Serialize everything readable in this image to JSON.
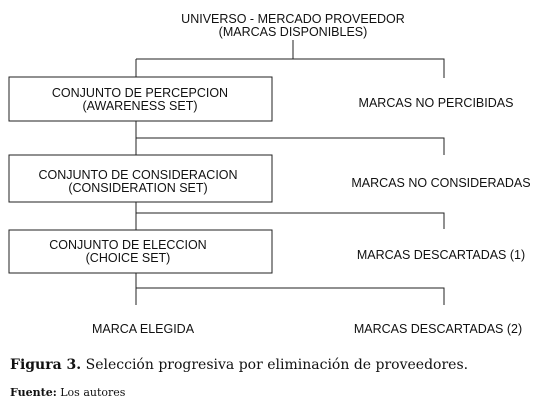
{
  "universe": {
    "line1": "UNIVERSO - MERCADO PROVEEDOR",
    "line2": "(MARCAS DISPONIBLES)"
  },
  "sets": [
    {
      "line1": "CONJUNTO DE PERCEPCION",
      "line2": "(AWARENESS SET)"
    },
    {
      "line1": "CONJUNTO DE CONSIDERACION",
      "line2": "(CONSIDERATION SET)"
    },
    {
      "line1": "CONJUNTO DE ELECCION",
      "line2": "(CHOICE SET)"
    }
  ],
  "excluded": [
    "MARCAS NO PERCIBIDAS",
    "MARCAS NO CONSIDERADAS",
    "MARCAS DESCARTADAS (1)"
  ],
  "final": {
    "chosen": "MARCA ELEGIDA",
    "discarded": "MARCAS DESCARTADAS (2)"
  },
  "caption": {
    "figure": "Figura 3.",
    "text": "Selección progresiva por eliminación de proveedores."
  },
  "source": {
    "label": "Fuente:",
    "text": "Los autores"
  }
}
